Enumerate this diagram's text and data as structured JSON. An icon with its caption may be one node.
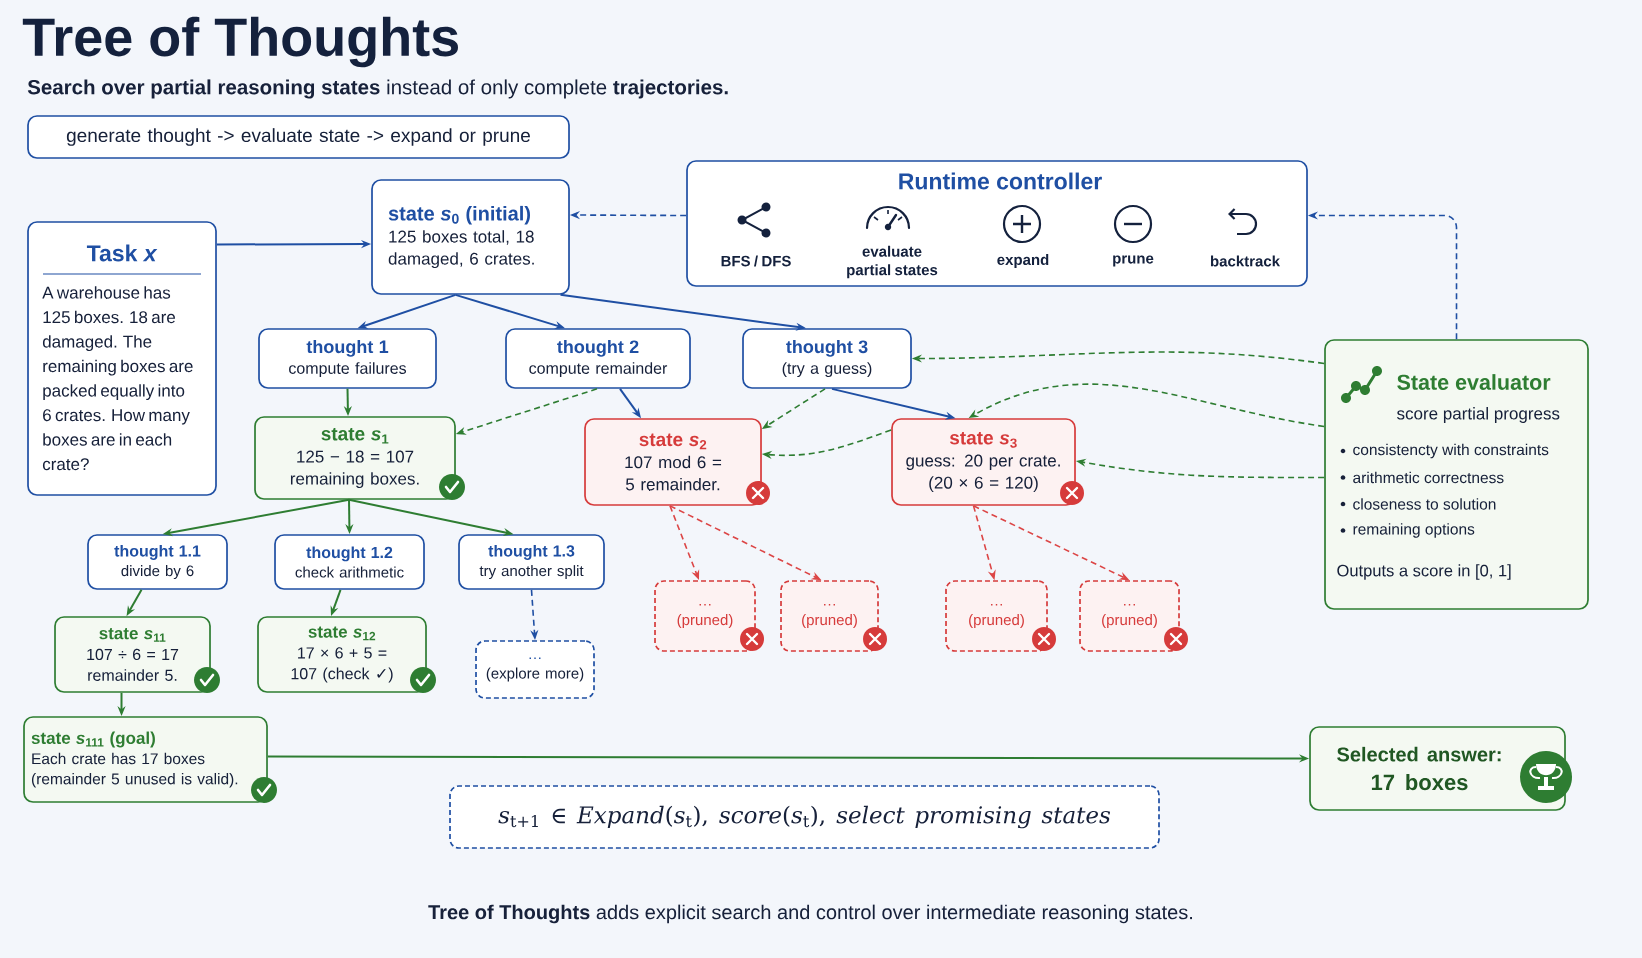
{
  "diagram": {
    "title": "Tree of Thoughts",
    "caption": "**Tree of Thoughts** adds explicit search and control over intermediate reasoning states.",
    "nodes": [
      {
        "text": [
          "generate thought -> evaluate state -> expand or prune"
        ]
      },
      {
        "text": [
          "Task *x*",
          "A warehouse has 125 boxes. 18 are damaged. The remaining boxes are packed equally into 6 crates. How many boxes are in each crate?"
        ]
      },
      {
        "text": [
          "state *s*$_{0}$ (initial)",
          "125 boxes total, 18 damaged, 6 crates."
        ]
      },
      {
        "text": [
          "Runtime controller",
          "BFS / DFS",
          "evaluate partial states",
          "expand",
          "prune",
          "backtrack"
        ]
      },
      {
        "text": [
          "thought 1",
          "compute failures"
        ]
      },
      {
        "text": [
          "thought 2",
          "compute remainder"
        ]
      },
      {
        "text": [
          "thought 3",
          "(try a guess)"
        ]
      },
      {
        "text": [
          "State evaluator",
          "score partial progress",
          "consistencty with constraints",
          "arithmetic correctness",
          "closeness to solution",
          "remaining options",
          "Outputs a score in [0, 1]"
        ]
      },
      {
        "text": [
          "state *s*$_{1}$",
          "125 − 18 = 107 remaining boxes."
        ]
      },
      {
        "text": [
          "state *s*$_{2}$",
          "107 mod 6 = 5 remainder."
        ]
      },
      {
        "text": [
          "state *s*$_{3}$",
          "guess: 20 per crate. (20 × 6 = 120)"
        ]
      },
      {
        "text": [
          "thought 1.1",
          "divide by 6"
        ]
      },
      {
        "text": [
          "thought 1.2",
          "check arithmetic"
        ]
      },
      {
        "text": [
          "thought 1.3",
          "try another split"
        ]
      },
      {
        "text": [
          "…",
          "(pruned)"
        ]
      },
      {
        "text": [
          "…",
          "(pruned)"
        ]
      },
      {
        "text": [
          "…",
          "(pruned)"
        ]
      },
      {
        "text": [
          "…",
          "(pruned)"
        ]
      },
      {
        "text": [
          "state *s*$_{11}$",
          "107 ÷ 6 = 17 remainder 5."
        ]
      },
      {
        "text": [
          "state *s*$_{12}$",
          "17 × 6 + 5 = 107 (check ✓)"
        ]
      },
      {
        "text": [
          "…",
          "(explore more)"
        ]
      },
      {
        "text": [
          "state *s*$_{111}$ (goal)",
          "Each crate has 17 boxes (remainder 5 unused is valid)."
        ]
      },
      {
        "text": [
          "Selected answer:",
          "17 boxes"
        ]
      },
      {
        "text": [
          "*s*$_{t+1}$ ∈ *Expand*(*s*$_{t}$),    *score*(*s*$_{t}$),    *select promising states*"
        ]
      }
    ],
    "edges": [
      {
        "from": 1,
        "to": 2,
        "arrow": "to",
        "color": "#1f4fa3"
      },
      {
        "from": 3,
        "to": 2,
        "arrow": "to",
        "style": "dashed",
        "color": "#1f4fa3"
      },
      {
        "from": 7,
        "to": 3,
        "arrow": "to",
        "style": "dashed",
        "color": "#1f4fa3"
      },
      {
        "from": 2,
        "to": 4,
        "arrow": "to",
        "color": "#1f4fa3"
      },
      {
        "from": 2,
        "to": 5,
        "arrow": "to",
        "color": "#1f4fa3"
      },
      {
        "from": 2,
        "to": 6,
        "arrow": "to",
        "color": "#1f4fa3"
      },
      {
        "from": 4,
        "to": 8,
        "arrow": "to"
      },
      {
        "from": 5,
        "to": 8,
        "arrow": "to",
        "style": "dashed"
      },
      {
        "from": 5,
        "to": 9,
        "arrow": "to",
        "color": "#1f4fa3"
      },
      {
        "from": 6,
        "to": 9,
        "arrow": "to",
        "style": "dashed"
      },
      {
        "from": 6,
        "to": 10,
        "arrow": "to",
        "color": "#1f4fa3"
      },
      {
        "from": 7,
        "to": 6,
        "arrow": "to",
        "style": "dashed"
      },
      {
        "from": 7,
        "to": 10,
        "arrow": "to",
        "style": "dashed"
      },
      {
        "from": 7,
        "to": 10,
        "arrow": "to",
        "style": "dashed"
      },
      {
        "from": 10,
        "to": 9,
        "arrow": "to",
        "style": "dashed"
      },
      {
        "from": 8,
        "to": 11,
        "arrow": "to"
      },
      {
        "from": 8,
        "to": 12,
        "arrow": "to"
      },
      {
        "from": 8,
        "to": 13,
        "arrow": "to"
      },
      {
        "from": 11,
        "to": 18,
        "arrow": "to"
      },
      {
        "from": 12,
        "to": 19,
        "arrow": "to"
      },
      {
        "from": 13,
        "to": 20,
        "arrow": "to",
        "style": "dashed",
        "color": "#1f4fa3"
      },
      {
        "from": 18,
        "to": 21,
        "arrow": "to"
      },
      {
        "from": 21,
        "to": 22,
        "arrow": "to"
      },
      {
        "from": 9,
        "to": 14,
        "arrow": "to",
        "style": "dashed",
        "color": "#dc4646"
      },
      {
        "from": 9,
        "to": 15,
        "arrow": "to",
        "style": "dashed",
        "color": "#dc4646"
      },
      {
        "from": 10,
        "to": 16,
        "arrow": "to",
        "style": "dashed",
        "color": "#dc4646"
      },
      {
        "from": 10,
        "to": 17,
        "arrow": "to",
        "style": "dashed",
        "color": "#dc4646"
      }
    ],
    "labels": [
      "**Search over partial reasoning states** instead of only complete **trajectories.**"
    ]
  }
}
